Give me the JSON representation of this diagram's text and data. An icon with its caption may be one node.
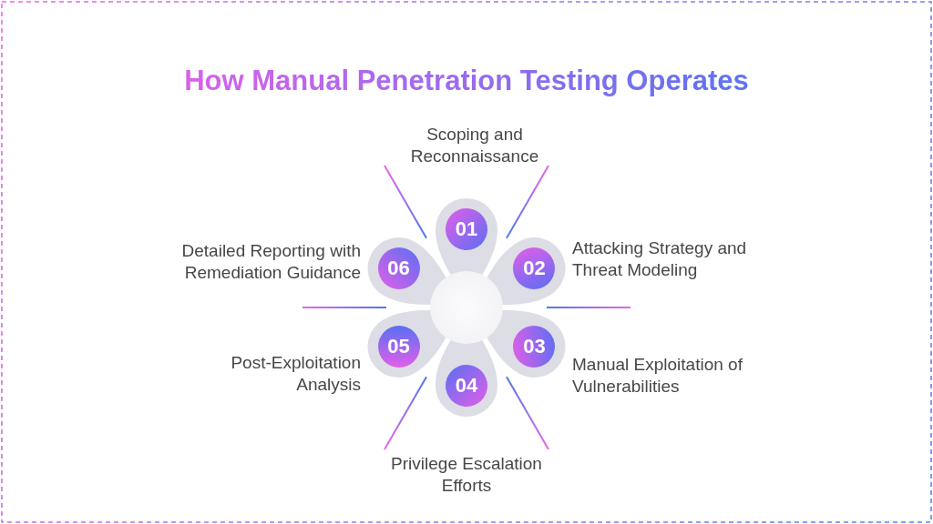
{
  "diagram": {
    "title": "How Manual Penetration Testing Operates",
    "nodes": [
      {
        "text": [
          "01"
        ],
        "beside": [
          "Scoping and Reconnaissance"
        ]
      },
      {
        "text": [
          "02"
        ],
        "beside": [
          "Attacking Strategy and Threat Modeling"
        ]
      },
      {
        "text": [
          "03"
        ],
        "beside": [
          "Manual Exploitation of Vulnerabilities"
        ]
      },
      {
        "text": [
          "04"
        ],
        "beside": [
          "Privilege Escalation Efforts"
        ]
      },
      {
        "text": [
          "05"
        ],
        "beside": [
          "Post-Exploitation Analysis"
        ]
      },
      {
        "text": [
          "06"
        ],
        "beside": [
          "Detailed Reporting with Remediation Guidance"
        ]
      }
    ]
  }
}
